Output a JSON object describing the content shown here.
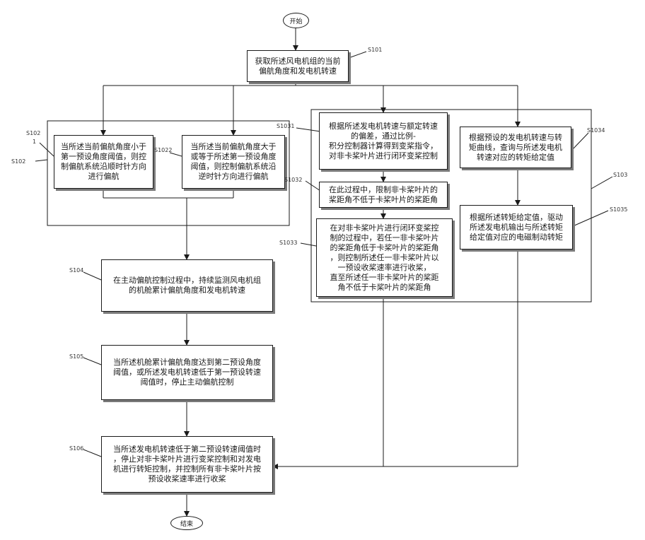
{
  "start": "开始",
  "end": "结束",
  "labels": {
    "s101": "S101",
    "s102": "S102",
    "s1021_a": "S102",
    "s1021_b": "1",
    "s1022": "S1022",
    "s103": "S103",
    "s1031": "S1031",
    "s1032": "S1032",
    "s1033": "S1033",
    "s1034": "S1034",
    "s1035": "S1035",
    "s104": "S104",
    "s105": "S105",
    "s106": "S106"
  },
  "steps": {
    "s101": "获取所述风电机组的当前\n偏航角度和发电机转速",
    "s1021": "当所述当前偏航角度小于\n第一预设角度阈值，则控\n制偏航系统沿顺时针方向\n进行偏航",
    "s1022": "当所述当前偏航角度大于\n或等于所述第一预设角度\n阈值，则控制偏航系统沿\n逆时针方向进行偏航",
    "s1031": "根据所述发电机转速与额定转速\n的偏差，通过比例-\n积分控制器计算得到变桨指令，\n对非卡桨叶片进行闭环变桨控制",
    "s1032": "在此过程中，限制非卡桨叶片的\n桨距角不低于卡桨叶片的桨距角",
    "s1033": "在对非卡桨叶片进行闭环变桨控\n制的过程中，若任一非卡桨叶片\n的桨距角低于卡桨叶片的桨距角\n，则控制所述任一非卡桨叶片以\n一预设收桨速率进行收桨，\n直至所述任一非卡桨叶片的桨距\n角不低于卡桨叶片的桨距角",
    "s1034": "根据预设的发电机转速与转\n矩曲线，查询与所述发电机\n转速对应的转矩给定值",
    "s1035": "根据所述转矩给定值，驱动\n所述发电机输出与所述转矩\n给定值对应的电磁制动转矩",
    "s104": "在主动偏航控制过程中，持续监测风电机组\n的机舱累计偏航角度和发电机转速",
    "s105": "当所述机舱累计偏航角度达到第二预设角度\n阈值，或所述发电机转速低于第一预设转速\n阈值时，停止主动偏航控制",
    "s106": "当所述发电机转速低于第二预设转速阈值时\n，停止对非卡桨叶片进行变桨控制和对发电\n机进行转矩控制，并控制所有非卡桨叶片按\n预设收桨速率进行收桨"
  }
}
